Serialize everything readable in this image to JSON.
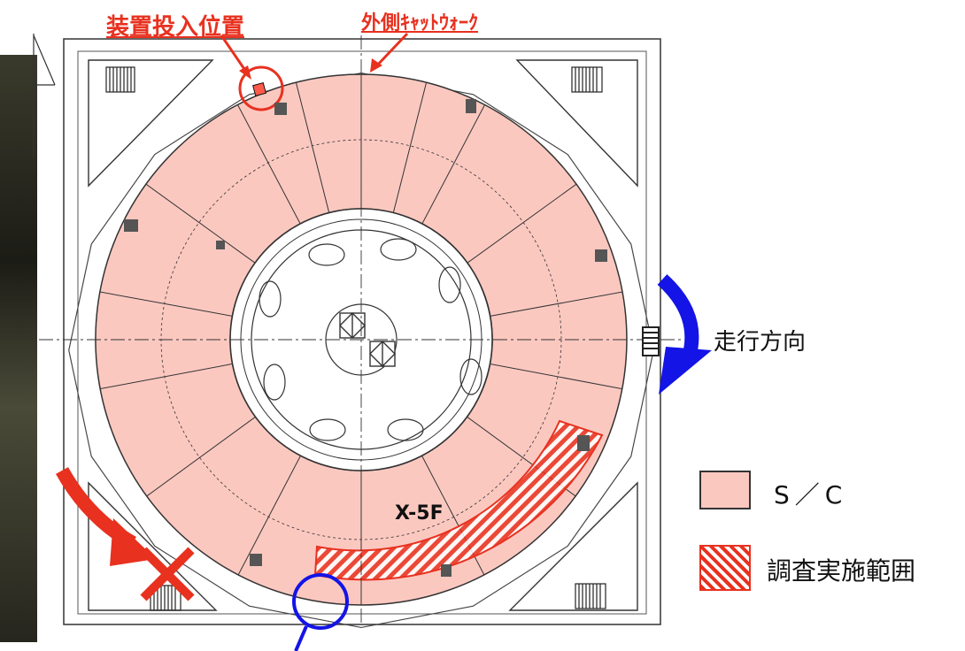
{
  "labels": {
    "insert_position": "装置投入位置",
    "outer_catwalk": "外側ｷｬｯﾄｳｫｰｸ",
    "travel_direction": "走行方向",
    "section_label": "X-5F"
  },
  "legend": {
    "sc_label": "S／C",
    "survey_label": "調査実施範囲"
  },
  "colors": {
    "sc_fill": "#fbc8c0",
    "accent_red": "#e8311f",
    "arrow_blue": "#1414e6",
    "line": "#222222"
  },
  "icons": {
    "insert_marker": "circle-marker-icon",
    "end_marker": "circle-marker-icon",
    "direction_arrow": "curved-arrow-icon",
    "blocked_direction": "curved-arrow-icon",
    "blocked_mark": "cross-icon"
  }
}
